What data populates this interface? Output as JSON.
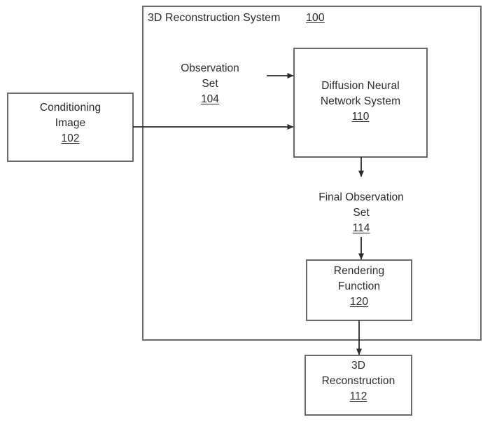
{
  "diagram": {
    "type": "block-diagram",
    "figure_title": "3D Reconstruction System",
    "system": {
      "title_text": "3D Reconstruction System",
      "title_ref": "100"
    },
    "stroke_color": "#6a6a6a",
    "text_color": "#2b2b2b",
    "background_color": "#ffffff",
    "nodes": [
      {
        "id": "conditioning-image",
        "line1": "Conditioning",
        "line2": "Image",
        "ref": "102"
      },
      {
        "id": "diffusion-neural-network-system",
        "line1": "Diffusion Neural",
        "line2": "Network System",
        "ref": "110"
      },
      {
        "id": "rendering-function",
        "line1": "Rendering",
        "line2": "Function",
        "ref": "120"
      },
      {
        "id": "3d-reconstruction",
        "line1": "3D",
        "line2": "Reconstruction",
        "ref": "112"
      }
    ],
    "labels": [
      {
        "id": "observation-set",
        "line1": "Observation",
        "line2": "Set",
        "ref": "104"
      },
      {
        "id": "final-observation-set",
        "line1": "Final Observation",
        "line2": "Set",
        "ref": "114"
      }
    ],
    "edges": [
      {
        "id": "observation-set-to-diffusion",
        "from": "observation-set",
        "to": "diffusion-neural-network-system"
      },
      {
        "id": "conditioning-image-to-diffusion",
        "from": "conditioning-image",
        "to": "diffusion-neural-network-system"
      },
      {
        "id": "diffusion-to-final-observation-set",
        "from": "diffusion-neural-network-system",
        "to": "final-observation-set"
      },
      {
        "id": "final-observation-set-to-rendering",
        "from": "final-observation-set",
        "to": "rendering-function"
      },
      {
        "id": "rendering-to-3d-reconstruction",
        "from": "rendering-function",
        "to": "3d-reconstruction"
      }
    ]
  }
}
